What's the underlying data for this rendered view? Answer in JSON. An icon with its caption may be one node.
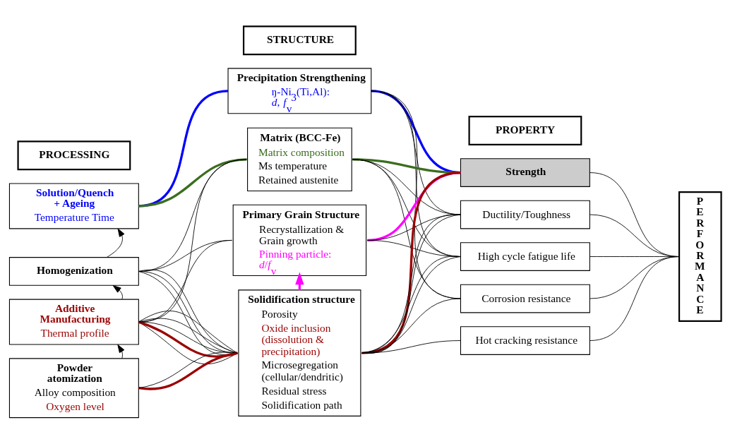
{
  "diagram": {
    "nodes": [
      {
        "text": [
          "PROCESSING"
        ]
      },
      {
        "text": [
          "STRUCTURE"
        ]
      },
      {
        "text": [
          "PROPERTY"
        ]
      },
      {
        "text": [
          "Solution/Quench + Ageing",
          "Temperature Time"
        ]
      },
      {
        "text": [
          "Homogenization"
        ]
      },
      {
        "text": [
          "Additive Manufacturing",
          "Thermal profile"
        ]
      },
      {
        "text": [
          "Powder atomization",
          "Alloy composition",
          "Oxygen level"
        ]
      },
      {
        "text": [
          "Precipitation Strengthening",
          "ŋ-Ni$_{3}$(Ti,Al): *d*, *f*$_{v}$"
        ]
      },
      {
        "text": [
          "Matrix (BCC-Fe)",
          "Matrix composition",
          "Ms temperature",
          "Retained austenite"
        ]
      },
      {
        "text": [
          "Primary Grain Structure",
          "Recrystallization & Grain growth",
          "Pinning particle: *d*/*f*$_{v}$"
        ]
      },
      {
        "text": [
          "Solidification structure",
          "Porosity",
          "Oxide inclusion (dissolution & precipitation)",
          "Microsegregation (cellular/dendritic)",
          "Residual stress",
          "Solidification path"
        ]
      },
      {
        "text": [
          "Strength"
        ]
      },
      {
        "text": [
          "Ductility/Toughness"
        ]
      },
      {
        "text": [
          "High cycle fatigue life"
        ]
      },
      {
        "text": [
          "Corrosion resistance"
        ]
      },
      {
        "text": [
          "Hot cracking resistance"
        ]
      },
      {
        "text": [
          "PERFORMANCE"
        ]
      }
    ],
    "edges": [
      {
        "from": 6,
        "to": 5,
        "arrow": "to"
      },
      {
        "from": 5,
        "to": 4,
        "arrow": "to"
      },
      {
        "from": 4,
        "to": 3,
        "arrow": "to"
      },
      {
        "from": 3,
        "to": 7,
        "arrow": "none",
        "style": "thick",
        "color": "#0000ff"
      },
      {
        "from": 3,
        "to": 8,
        "arrow": "none",
        "style": "thick",
        "color": "#3a6e1e"
      },
      {
        "from": 4,
        "to": 8,
        "arrow": "none"
      },
      {
        "from": 4,
        "to": 9,
        "arrow": "none"
      },
      {
        "from": 4,
        "to": 10,
        "arrow": "none"
      },
      {
        "from": 4,
        "to": 10,
        "arrow": "none"
      },
      {
        "from": 4,
        "to": 10,
        "arrow": "none"
      },
      {
        "from": 5,
        "to": 8,
        "arrow": "none"
      },
      {
        "from": 5,
        "to": 9,
        "arrow": "none"
      },
      {
        "from": 5,
        "to": 10,
        "arrow": "none"
      },
      {
        "from": 5,
        "to": 10,
        "arrow": "none",
        "style": "thick",
        "color": "#9b0000"
      },
      {
        "from": 5,
        "to": 10,
        "arrow": "none"
      },
      {
        "from": 5,
        "to": 10,
        "arrow": "none"
      },
      {
        "from": 5,
        "to": 10,
        "arrow": "none"
      },
      {
        "from": 6,
        "to": 10,
        "arrow": "none",
        "style": "thick",
        "color": "#9b0000"
      },
      {
        "from": 6,
        "to": 10,
        "arrow": "none"
      },
      {
        "from": 10,
        "to": 9,
        "arrow": "to",
        "style": "thick",
        "color": "#ff00ff"
      },
      {
        "from": 7,
        "to": 11,
        "arrow": "none",
        "style": "thick",
        "color": "#0000ff"
      },
      {
        "from": 7,
        "to": 12,
        "arrow": "none"
      },
      {
        "from": 7,
        "to": 13,
        "arrow": "none"
      },
      {
        "from": 7,
        "to": 14,
        "arrow": "none"
      },
      {
        "from": 8,
        "to": 11,
        "arrow": "none",
        "style": "thick",
        "color": "#3a6e1e"
      },
      {
        "from": 8,
        "to": 12,
        "arrow": "none"
      },
      {
        "from": 8,
        "to": 13,
        "arrow": "none"
      },
      {
        "from": 8,
        "to": 14,
        "arrow": "none"
      },
      {
        "from": 9,
        "to": 11,
        "arrow": "none",
        "style": "thick",
        "color": "#ff00ff"
      },
      {
        "from": 9,
        "to": 12,
        "arrow": "none"
      },
      {
        "from": 9,
        "to": 13,
        "arrow": "none"
      },
      {
        "from": 10,
        "to": 12,
        "arrow": "none"
      },
      {
        "from": 10,
        "to": 13,
        "arrow": "none"
      },
      {
        "from": 10,
        "to": 14,
        "arrow": "none"
      },
      {
        "from": 10,
        "to": 11,
        "arrow": "none",
        "style": "thick",
        "color": "#9b0000"
      },
      {
        "from": 10,
        "to": 12,
        "arrow": "none"
      },
      {
        "from": 10,
        "to": 13,
        "arrow": "none"
      },
      {
        "from": 10,
        "to": 15,
        "arrow": "none"
      },
      {
        "from": 11,
        "to": 16,
        "arrow": "none"
      },
      {
        "from": 12,
        "to": 16,
        "arrow": "none"
      },
      {
        "from": 13,
        "to": 16,
        "arrow": "none"
      },
      {
        "from": 14,
        "to": 16,
        "arrow": "none"
      },
      {
        "from": 15,
        "to": 16,
        "arrow": "none"
      }
    ]
  }
}
